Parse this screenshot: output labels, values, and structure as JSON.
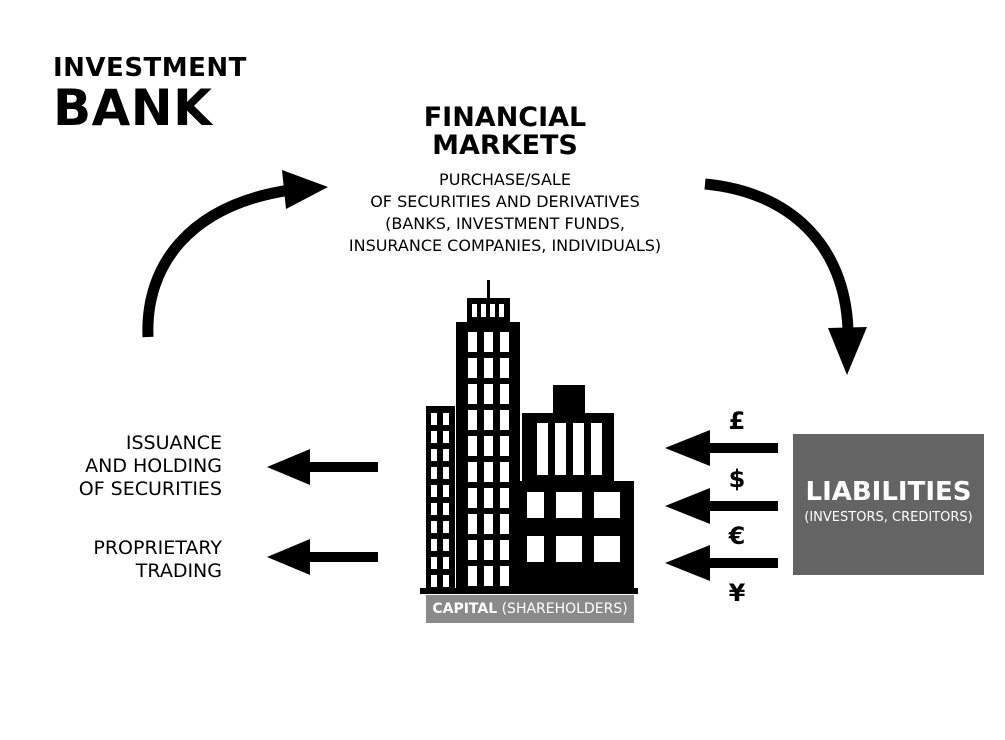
{
  "title": {
    "line1": "INVESTMENT",
    "line2": "BANK"
  },
  "financial_markets": {
    "title_line1": "FINANCIAL",
    "title_line2": "MARKETS",
    "desc_lines": [
      "PURCHASE/SALE",
      "OF SECURITIES AND DERIVATIVES",
      "(BANKS, INVESTMENT FUNDS,",
      "INSURANCE COMPANIES, INDIVIDUALS)"
    ]
  },
  "activities": {
    "issuance_lines": [
      "ISSUANCE",
      "AND HOLDING",
      "OF SECURITIES"
    ],
    "trading_lines": [
      "PROPRIETARY",
      "TRADING"
    ]
  },
  "liabilities": {
    "title": "LIABILITIES",
    "subtitle": "(INVESTORS, CREDITORS)"
  },
  "capital": {
    "title": "CAPITAL",
    "subtitle": "(SHAREHOLDERS)"
  },
  "currencies": [
    "£",
    "$",
    "€",
    "¥"
  ],
  "colors": {
    "liabilities_box": "#646464",
    "capital_box": "#8a8a8a",
    "ink": "#000000"
  }
}
